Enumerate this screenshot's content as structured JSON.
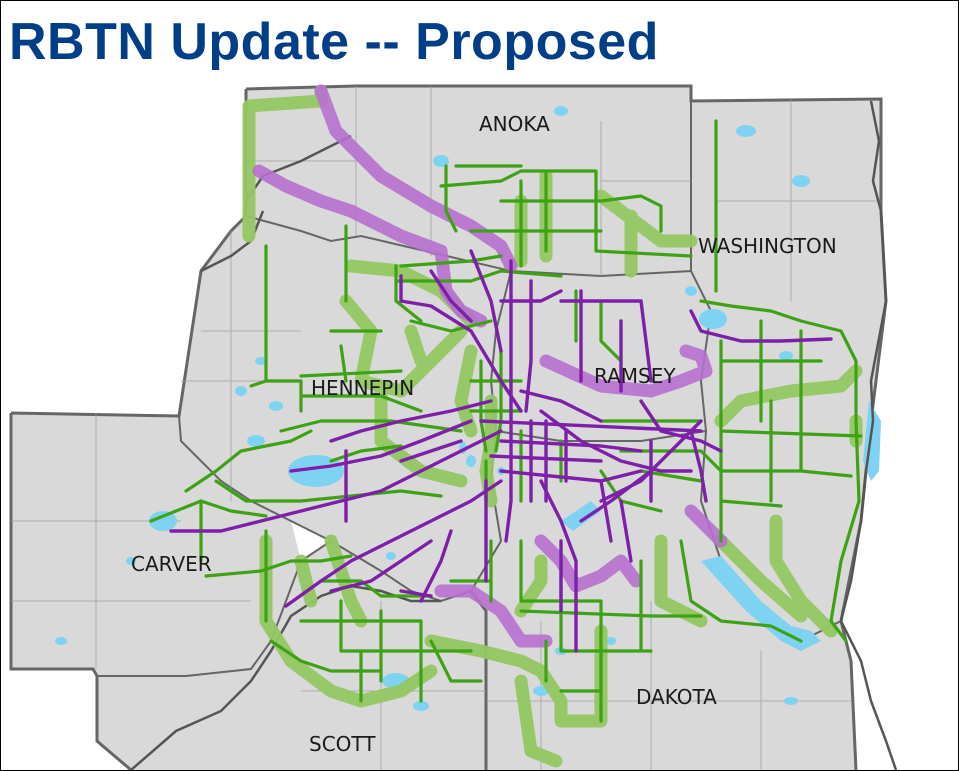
{
  "title": "RBTN Update -- Proposed",
  "colors": {
    "title": "#003f87",
    "county_fill": "#d9d9d9",
    "county_border": "#666666",
    "water": "#7fd3f2",
    "river": "#555555",
    "rbtn_corridor": "#93c863",
    "rbtn_alignment": "#3ea215",
    "purple_corridor": "#b670cf",
    "purple_alignment": "#7e1fa9"
  },
  "counties": [
    {
      "id": "anoka",
      "label": "ANOKA"
    },
    {
      "id": "washington",
      "label": "WASHINGTON"
    },
    {
      "id": "hennepin",
      "label": "HENNEPIN"
    },
    {
      "id": "ramsey",
      "label": "RAMSEY"
    },
    {
      "id": "carver",
      "label": "CARVER"
    },
    {
      "id": "scott",
      "label": "SCOTT"
    },
    {
      "id": "dakota",
      "label": "DAKOTA"
    }
  ]
}
